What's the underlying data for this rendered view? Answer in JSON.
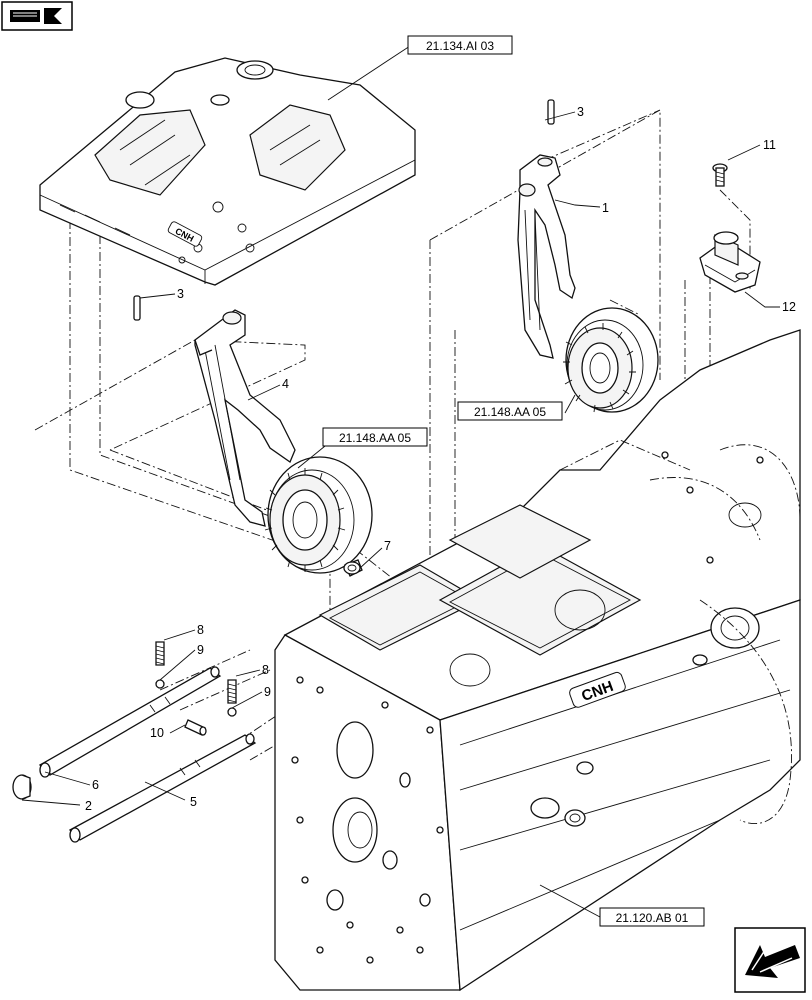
{
  "nav": {
    "top_left_icon": "book-return-icon",
    "bottom_right_icon": "arrow-back-icon"
  },
  "references": [
    {
      "id": "ref-21-134-ai-03",
      "label": "21.134.AI 03"
    },
    {
      "id": "ref-21-148-aa-05-right",
      "label": "21.148.AA 05"
    },
    {
      "id": "ref-21-148-aa-05-left",
      "label": "21.148.AA 05"
    },
    {
      "id": "ref-21-120-ab-01",
      "label": "21.120.AB 01"
    }
  ],
  "callouts": [
    {
      "id": "1",
      "label": "1"
    },
    {
      "id": "2",
      "label": "2"
    },
    {
      "id": "3a",
      "label": "3"
    },
    {
      "id": "3b",
      "label": "3"
    },
    {
      "id": "4",
      "label": "4"
    },
    {
      "id": "5",
      "label": "5"
    },
    {
      "id": "6",
      "label": "6"
    },
    {
      "id": "7",
      "label": "7"
    },
    {
      "id": "8a",
      "label": "8"
    },
    {
      "id": "8b",
      "label": "8"
    },
    {
      "id": "9a",
      "label": "9"
    },
    {
      "id": "9b",
      "label": "9"
    },
    {
      "id": "10",
      "label": "10"
    },
    {
      "id": "11",
      "label": "11"
    },
    {
      "id": "12",
      "label": "12"
    }
  ],
  "logos": {
    "cover_logo": "CNH",
    "housing_logo": "CNH"
  }
}
